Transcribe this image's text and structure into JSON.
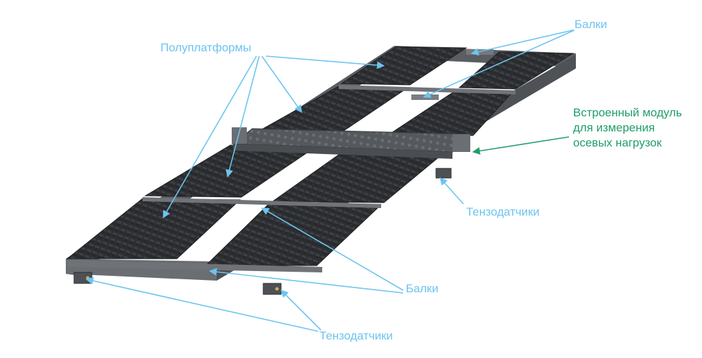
{
  "labels": {
    "half_platforms": "Полуплатформы",
    "beams_top": "Балки",
    "module_line1": "Встроенный модуль",
    "module_line2": "для измерения",
    "module_line3": "осевых нагрузок",
    "sensors_right": "Тензодатчики",
    "beams_bottom": "Балки",
    "sensors_bottom": "Тензодатчики"
  },
  "colors": {
    "callout_blue": "#6cc4ef",
    "callout_green": "#1f9e6a",
    "frame_gray": "#5f6266",
    "plate_dark": "#2f3134"
  }
}
